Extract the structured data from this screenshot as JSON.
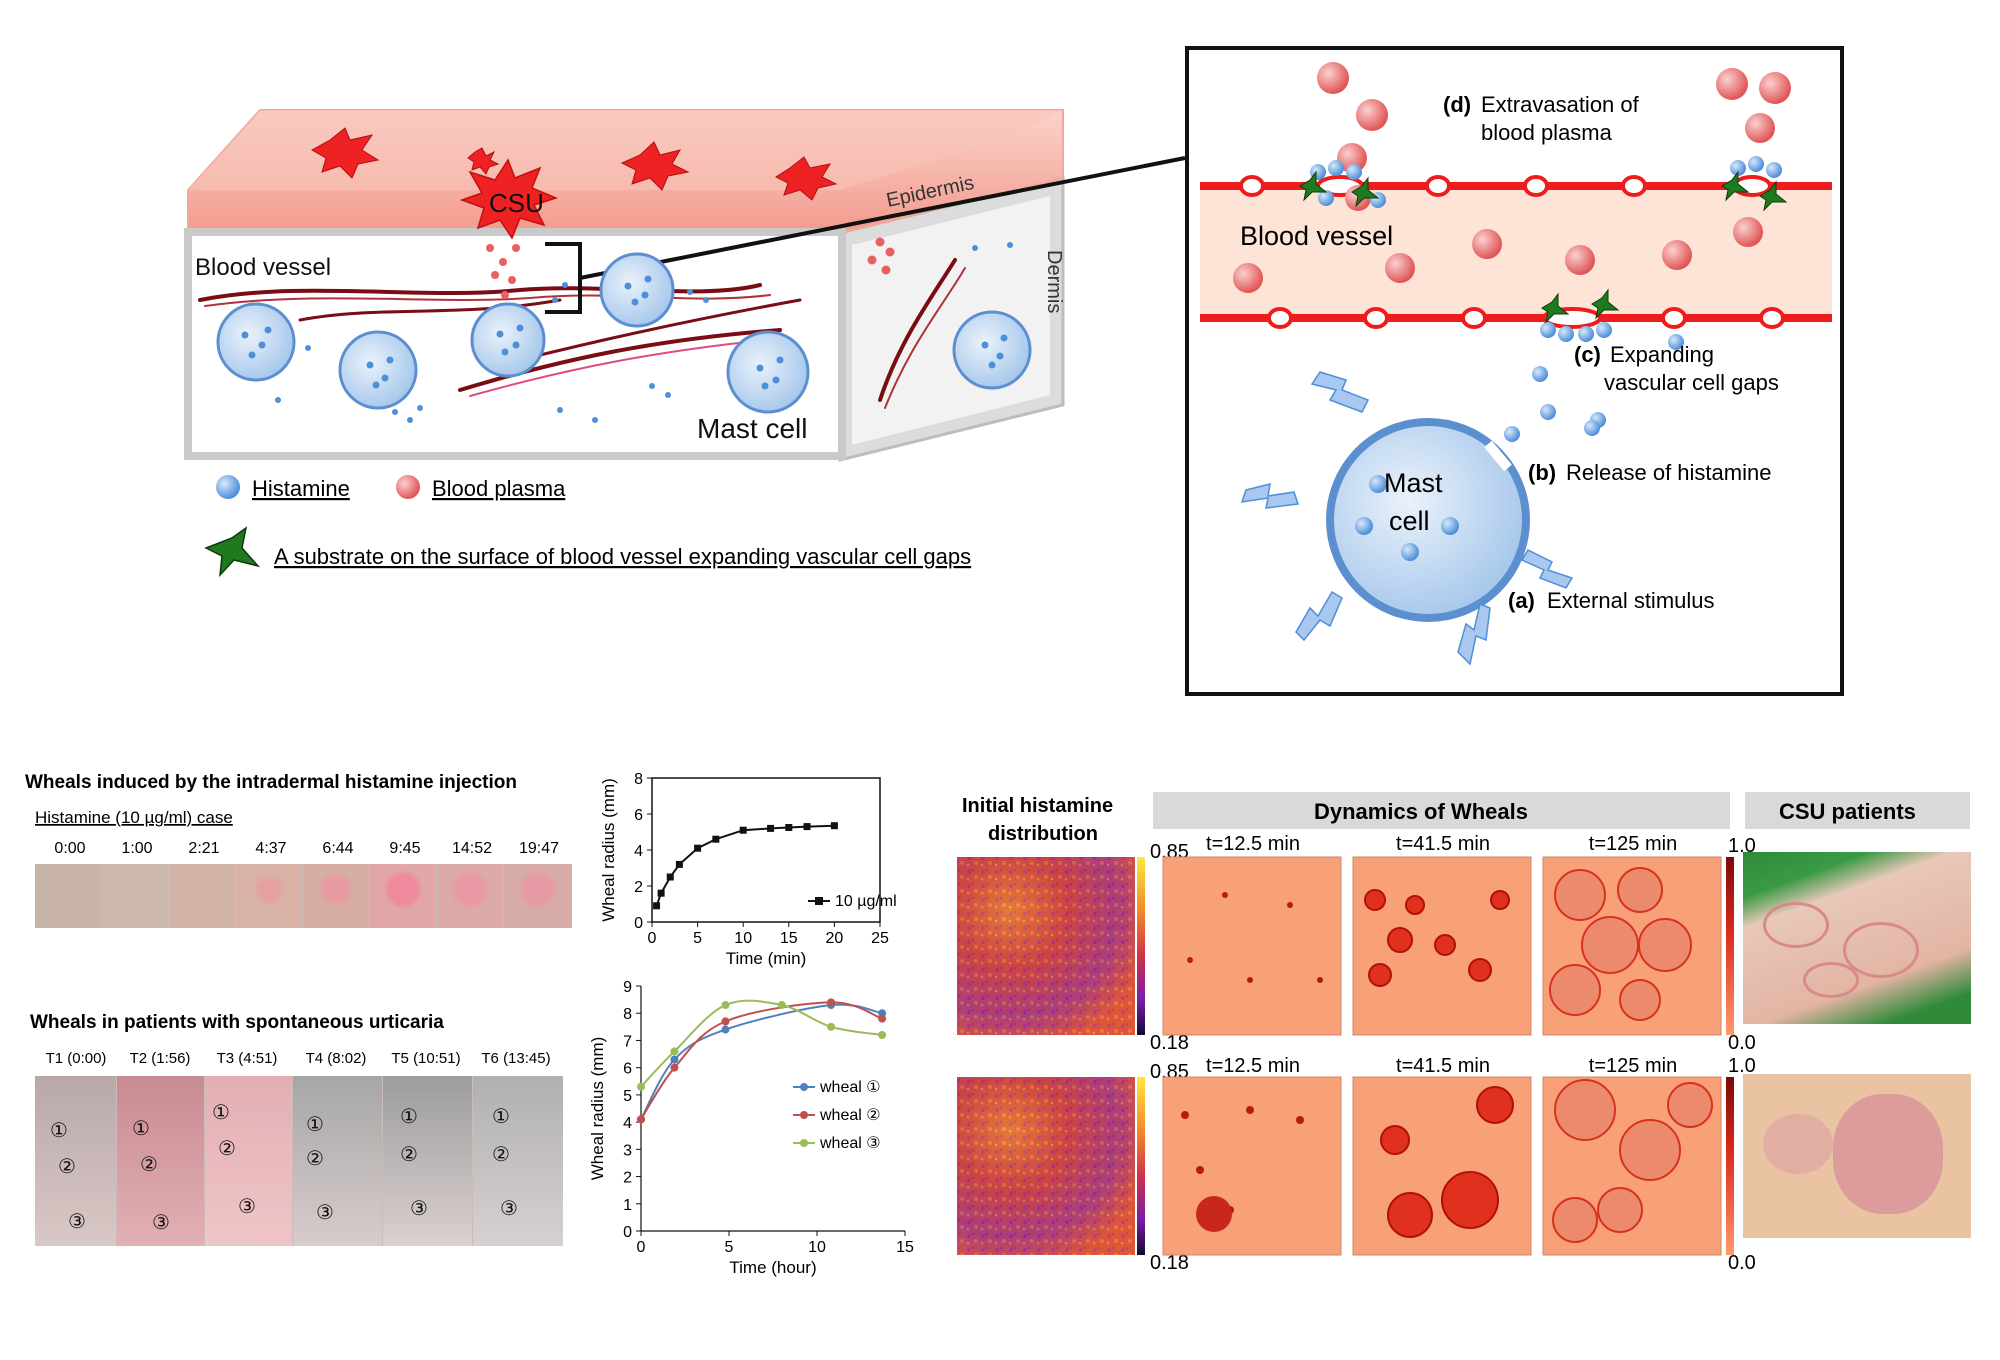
{
  "schematic": {
    "csu": "CSU",
    "epidermis": "Epidermis",
    "dermis": "Dermis",
    "blood_vessel": "Blood vessel",
    "mast_cell": "Mast cell",
    "legend": {
      "histamine": "Histamine",
      "blood_plasma": "Blood plasma",
      "substrate": "A substrate on the surface of blood vessel expanding vascular cell gaps"
    },
    "colors": {
      "histamine": "#7fb0e8",
      "plasma": "#ec6f6f",
      "vessel": "#ee1c1c",
      "skin": "#f7b3a6"
    }
  },
  "zoom": {
    "blood_vessel": "Blood vessel",
    "mast_cell_line1": "Mast",
    "mast_cell_line2": "cell",
    "step_a": {
      "tag": "(a)",
      "text": "External stimulus"
    },
    "step_b": {
      "tag": "(b)",
      "text": "Release of histamine"
    },
    "step_c": {
      "tag": "(c)",
      "text": "Expanding",
      "text2": "vascular cell gaps"
    },
    "step_d": {
      "tag": "(d)",
      "text": "Extravasation of",
      "text2": "blood plasma"
    }
  },
  "injection": {
    "title": "Wheals induced by the intradermal histamine injection",
    "case": "Histamine (10 µg/ml) case",
    "times": [
      "0:00",
      "1:00",
      "2:21",
      "4:37",
      "6:44",
      "9:45",
      "14:52",
      "19:47"
    ]
  },
  "patients": {
    "title": "Wheals in patients with spontaneous urticaria",
    "times": [
      "T1 (0:00)",
      "T2 (1:56)",
      "T3 (4:51)",
      "T4 (8:02)",
      "T5 (10:51)",
      "T6 (13:45)"
    ],
    "marks": [
      "①",
      "②",
      "③"
    ]
  },
  "chart_data": [
    {
      "type": "line",
      "xlabel": "Time (min)",
      "ylabel": "Wheal radius (mm)",
      "xlim": [
        0,
        25
      ],
      "ylim": [
        0,
        8
      ],
      "xticks": [
        0,
        5,
        10,
        15,
        20,
        25
      ],
      "yticks": [
        0,
        2,
        4,
        6,
        8
      ],
      "series": [
        {
          "name": "10 µg/ml",
          "x": [
            0.5,
            1,
            2,
            3,
            5,
            7,
            10,
            13,
            15,
            17,
            20
          ],
          "y": [
            0.9,
            1.6,
            2.5,
            3.2,
            4.1,
            4.6,
            5.1,
            5.2,
            5.25,
            5.3,
            5.35
          ]
        }
      ]
    },
    {
      "type": "line",
      "xlabel": "Time (hour)",
      "ylabel": "Wheal radius (mm)",
      "xlim": [
        0,
        15
      ],
      "ylim": [
        0,
        9
      ],
      "xticks": [
        0,
        5,
        10,
        15
      ],
      "yticks": [
        0,
        1,
        2,
        3,
        4,
        5,
        6,
        7,
        8,
        9
      ],
      "series": [
        {
          "name": "wheal ①",
          "color": "#4f81bd",
          "x": [
            0,
            1.9,
            4.8,
            10.8,
            13.7
          ],
          "y": [
            4.1,
            6.3,
            7.4,
            8.3,
            8.0
          ]
        },
        {
          "name": "wheal ②",
          "color": "#c0504d",
          "x": [
            0,
            1.9,
            4.8,
            10.8,
            13.7
          ],
          "y": [
            4.1,
            6.0,
            7.7,
            8.4,
            7.8
          ]
        },
        {
          "name": "wheal ③",
          "color": "#9bbb59",
          "x": [
            0,
            1.9,
            4.8,
            8.0,
            10.8,
            13.7
          ],
          "y": [
            5.3,
            6.6,
            8.3,
            8.3,
            7.5,
            7.2
          ]
        }
      ]
    }
  ],
  "simulation": {
    "initial_header": "Initial histamine",
    "initial_header2": "distribution",
    "dynamics_header": "Dynamics of Wheals",
    "csu_header": "CSU patients",
    "times": [
      "t=12.5 min",
      "t=41.5 min",
      "t=125 min"
    ],
    "init_scale": {
      "max": "0.85",
      "min": "0.18"
    },
    "wheal_scale": {
      "max": "1.0",
      "min": "0.0"
    }
  }
}
